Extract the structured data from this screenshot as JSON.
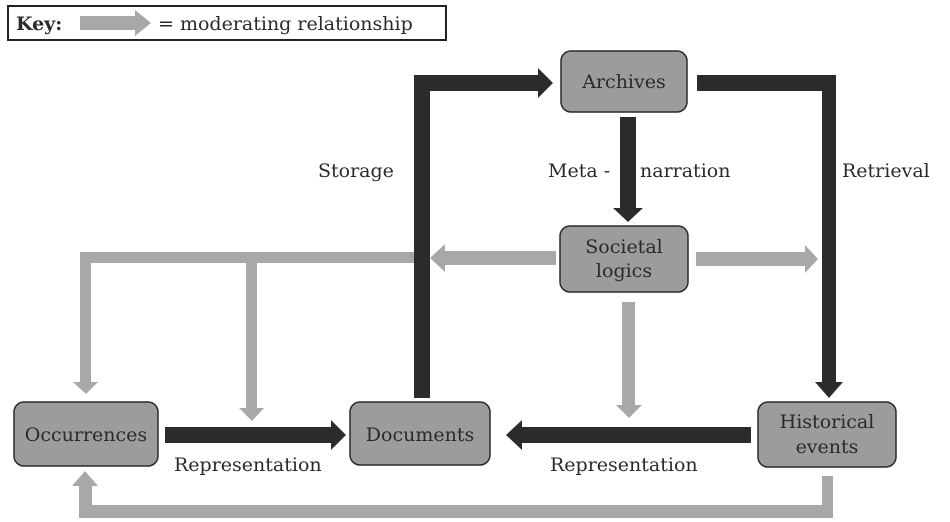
{
  "key": {
    "label": "Key:",
    "description": "= moderating relationship",
    "arrow_color": "#a8a8a8"
  },
  "colors": {
    "node_fill": "#9c9c9c",
    "primary_arrow": "#2b2b2b",
    "moderating_arrow": "#a8a8a8"
  },
  "nodes": {
    "archives": "Archives",
    "societal_logics_1": "Societal",
    "societal_logics_2": "logics",
    "occurrences": "Occurrences",
    "documents": "Documents",
    "historical_events_1": "Historical",
    "historical_events_2": "events"
  },
  "edges": {
    "storage": "Storage",
    "meta_narration_1": "Meta -",
    "meta_narration_2": "narration",
    "retrieval": "Retrieval",
    "representation_left": "Representation",
    "representation_right": "Representation"
  }
}
